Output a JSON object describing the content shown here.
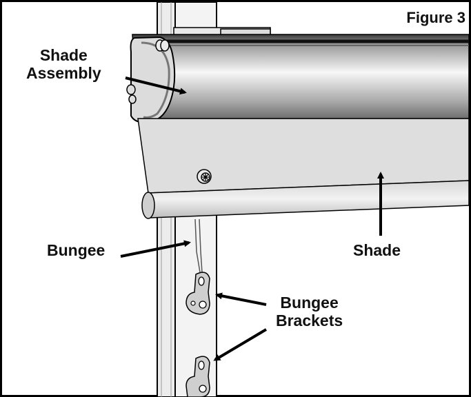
{
  "figure": {
    "label": "Figure 3"
  },
  "labels": {
    "shade_assembly": [
      "Shade",
      "Assembly"
    ],
    "bungee": "Bungee",
    "shade": "Shade",
    "bungee_brackets": [
      "Bungee",
      "Brackets"
    ]
  },
  "colors": {
    "outline": "#000000",
    "post_fill": "#e9e9e9",
    "shade_fill": "#dcdcdc",
    "housing_light": "#f4f4f4",
    "housing_dark": "#8a8a8a",
    "bracket_fill": "#c8c8c8"
  }
}
